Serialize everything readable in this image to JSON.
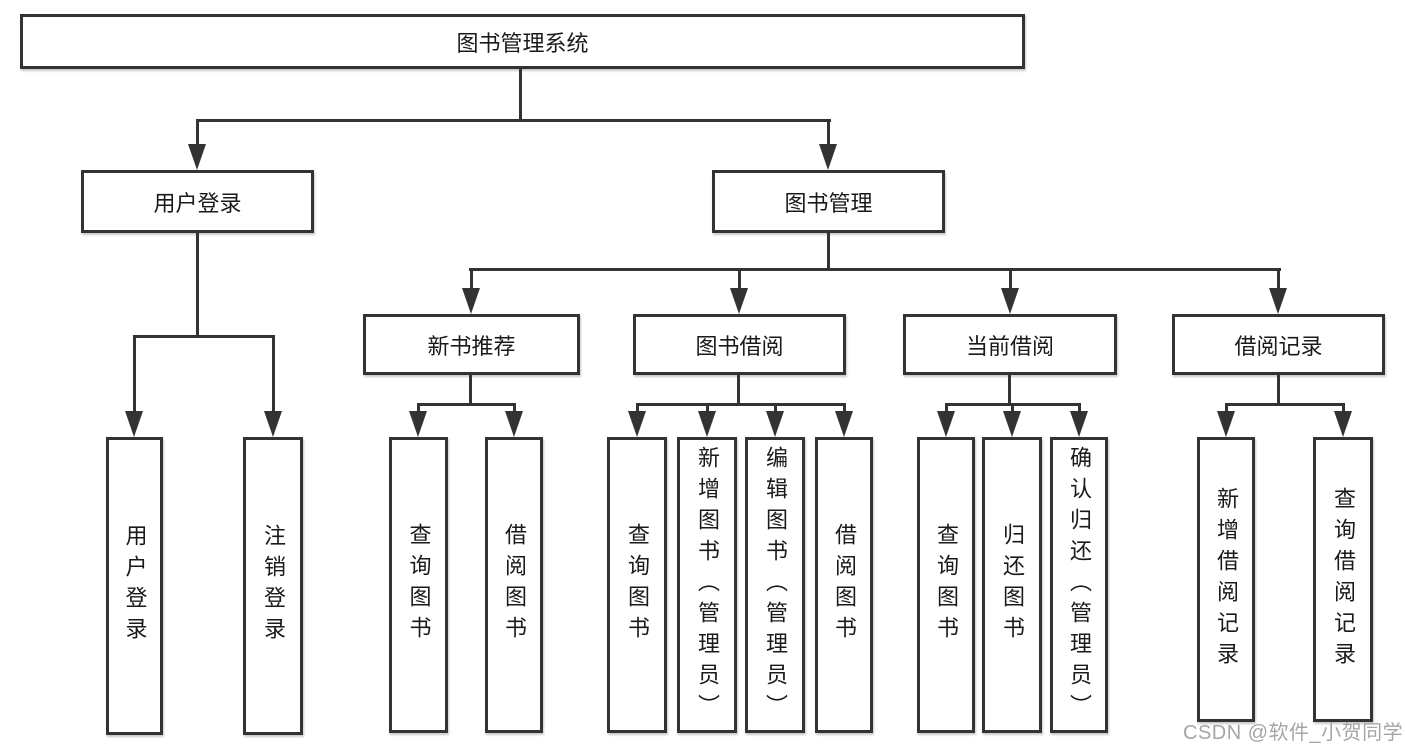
{
  "diagram_type": "hierarchy-tree",
  "root": {
    "label": "图书管理系统"
  },
  "level2": [
    {
      "label": "用户登录"
    },
    {
      "label": "图书管理"
    }
  ],
  "level3": [
    {
      "label": "新书推荐"
    },
    {
      "label": "图书借阅"
    },
    {
      "label": "当前借阅"
    },
    {
      "label": "借阅记录"
    }
  ],
  "leaves": {
    "user_login": [
      "用户登录",
      "注销登录"
    ],
    "new_book_recommend": [
      "查询图书",
      "借阅图书"
    ],
    "book_borrow": [
      "查询图书",
      "新增图书（管理员）",
      "编辑图书（管理员）",
      "借阅图书"
    ],
    "current_borrow": [
      "查询图书",
      "归还图书",
      "确认归还（管理员）"
    ],
    "borrow_records": [
      "新增借阅记录",
      "查询借阅记录"
    ]
  },
  "watermark": "CSDN @软件_小贺同学",
  "colors": {
    "line": "#333333",
    "box_fill": "#ffffff",
    "text": "#1a1a1a",
    "watermark": "#a6a6a6",
    "background": "#ffffff"
  }
}
